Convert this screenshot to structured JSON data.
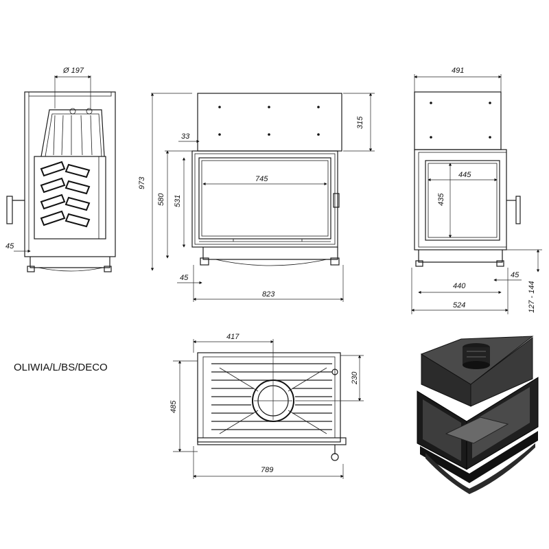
{
  "model_label": "OLIWIA/L/BS/DECO",
  "dimensions": {
    "side_flue_diameter": "Ø 197",
    "side_left_offset": "45",
    "front_total_height": "973",
    "front_window_outer_height": "580",
    "front_window_height": "531",
    "front_top_offset": "33",
    "front_window_width": "745",
    "front_upper_height": "315",
    "front_bottom_offset": "45",
    "front_total_width": "823",
    "right_top_width": "491",
    "right_window_width": "445",
    "right_window_height": "435",
    "right_inner_width": "440",
    "right_right_offset": "45",
    "right_total_width": "524",
    "right_leg_height": "127 - 144",
    "top_flue_offset": "417",
    "top_flue_depth": "230",
    "top_depth": "485",
    "top_width": "789"
  }
}
